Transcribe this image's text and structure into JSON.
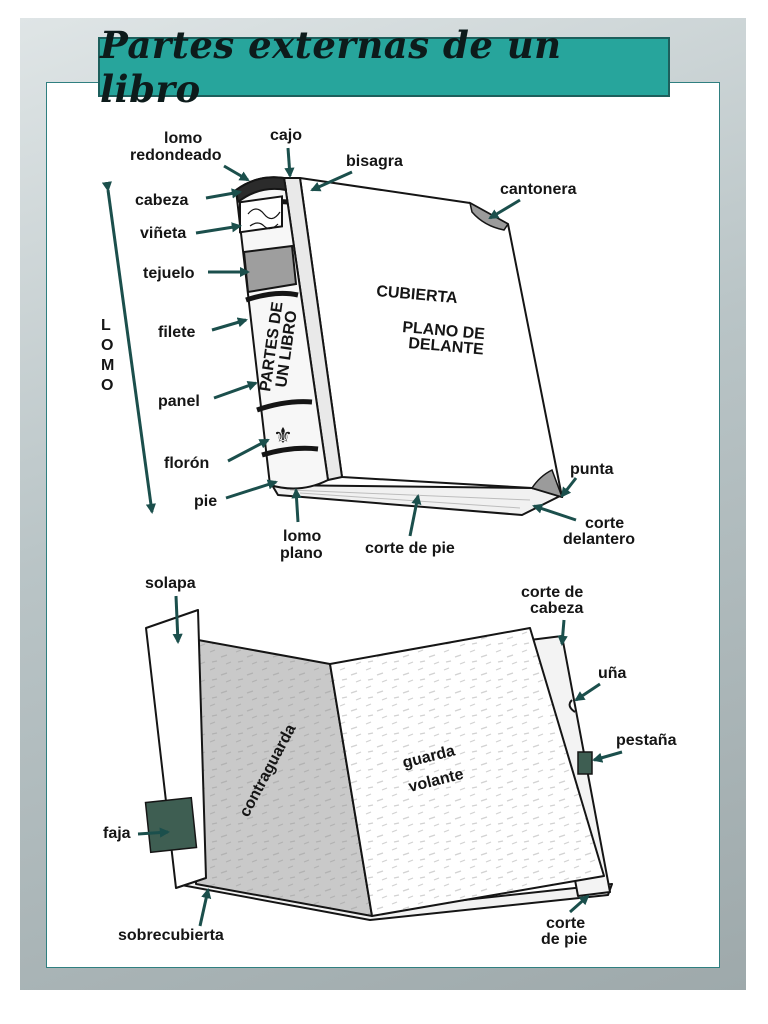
{
  "title": "Partes externas de un libro",
  "colors": {
    "accent": "#27a59c",
    "arrow": "#1b4f4c",
    "corner": "#9b9b9b",
    "faja": "#3e5e52",
    "page_pattern": "#d7d7d7"
  },
  "book_front": {
    "cover_title": "CUBIERTA",
    "cover_sub_1": "PLANO DE",
    "cover_sub_2": "DELANTE",
    "spine_text_1": "PARTES DE",
    "spine_text_2": "UN LIBRO"
  },
  "labels": {
    "lomo_redondeado_1": "lomo",
    "lomo_redondeado_2": "redondeado",
    "cajo": "cajo",
    "bisagra": "bisagra",
    "cantonera": "cantonera",
    "cabeza": "cabeza",
    "vineta": "viñeta",
    "tejuelo": "tejuelo",
    "filete": "filete",
    "panel": "panel",
    "floron": "florón",
    "pie": "pie",
    "punta": "punta",
    "lomo_plano_1": "lomo",
    "lomo_plano_2": "plano",
    "corte_de_pie": "corte de pie",
    "corte_delantero_1": "corte",
    "corte_delantero_2": "delantero",
    "lomo_vertical": [
      "L",
      "O",
      "M",
      "O"
    ]
  },
  "book_open": {
    "contraguarda": "contraguarda",
    "guarda_1": "guarda",
    "guarda_2": "volante",
    "labels": {
      "solapa": "solapa",
      "corte_de_cabeza_1": "corte de",
      "corte_de_cabeza_2": "cabeza",
      "una": "uña",
      "pestana": "pestaña",
      "faja": "faja",
      "sobrecubierta": "sobrecubierta",
      "corte_de_pie_1": "corte",
      "corte_de_pie_2": "de pie"
    }
  }
}
